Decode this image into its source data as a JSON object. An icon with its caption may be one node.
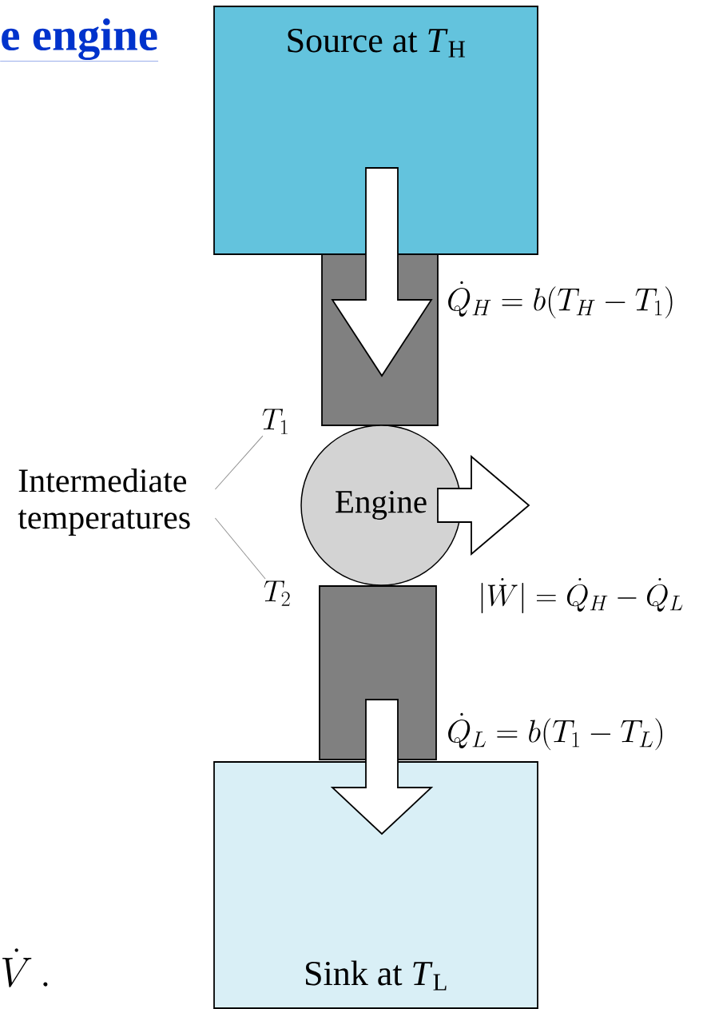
{
  "diagram": {
    "title": "e engine",
    "nodes": [
      {
        "text": [
          "Source at *T*$_{H}$"
        ]
      },
      {
        "text": [],
        "shape": "box",
        "beside": [
          "\\dot{Q}_H = b(T_H - T_1)"
        ]
      },
      {
        "text": [
          "Engine"
        ]
      },
      {
        "text": [],
        "shape": "box",
        "beside": [
          "\\dot{Q}_L = b(T_1 - T_L)"
        ]
      },
      {
        "text": [
          "Sink at *T*$_{L}$"
        ]
      },
      {
        "text": [
          "Intermediate temperatures"
        ]
      },
      {
        "text": [
          "T_1"
        ]
      },
      {
        "text": [
          "T_2"
        ]
      }
    ],
    "edges": [
      {
        "from": 0,
        "to": 1,
        "arrow": "to"
      },
      {
        "from": 2,
        "to": null,
        "arrow": "to"
      },
      {
        "from": 3,
        "to": 4,
        "arrow": "to"
      },
      {
        "from": 5,
        "to": 6,
        "arrow": "none"
      },
      {
        "from": 5,
        "to": 7,
        "arrow": "none"
      }
    ],
    "labels": [
      "|\\dot{W}| = \\dot{Q}_H - \\dot{Q}_L",
      "\\dot{V}\\,."
    ]
  }
}
